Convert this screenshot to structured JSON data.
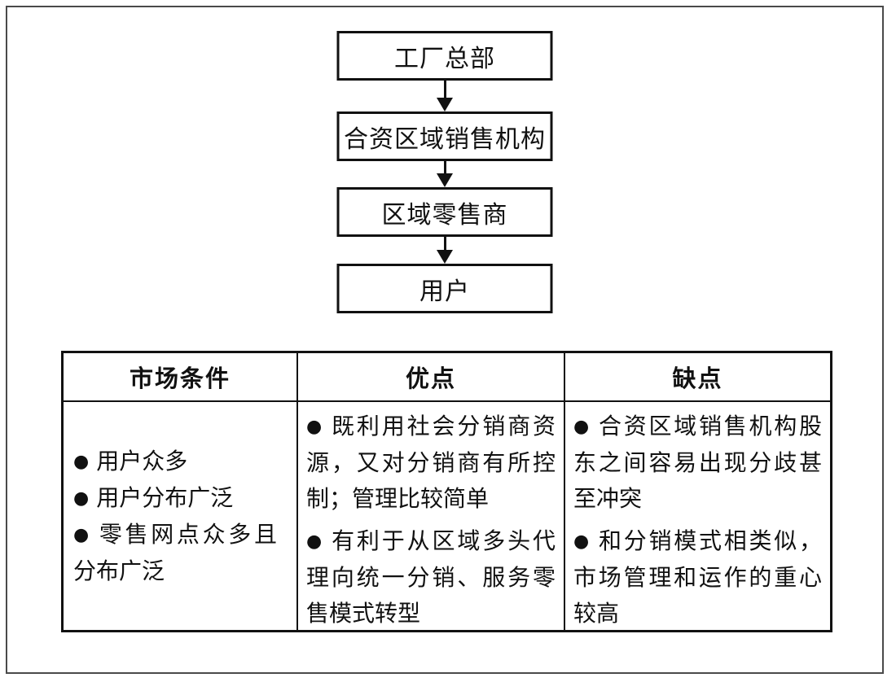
{
  "colors": {
    "ink": "#111111",
    "background": "#ffffff",
    "frame_border": "#4a4a4a"
  },
  "bullet_glyph": "●",
  "flowchart": {
    "nodes": [
      {
        "label": "工厂总部"
      },
      {
        "label": "合资区域销售机构"
      },
      {
        "label": "区域零售商"
      },
      {
        "label": "用户"
      }
    ]
  },
  "table": {
    "headers": [
      "市场条件",
      "优点",
      "缺点"
    ],
    "market_conditions": {
      "items": [
        "用户众多",
        "用户分布广泛",
        "零售网点众多且分布广泛"
      ]
    },
    "advantages": {
      "items": [
        "既利用社会分销商资源，又对分销商有所控制；管理比较简单",
        "有利于从区域多头代理向统一分销、服务零售模式转型"
      ]
    },
    "disadvantages": {
      "items": [
        "合资区域销售机构股东之间容易出现分歧甚至冲突",
        "和分销模式相类似，市场管理和运作的重心较高"
      ]
    }
  }
}
